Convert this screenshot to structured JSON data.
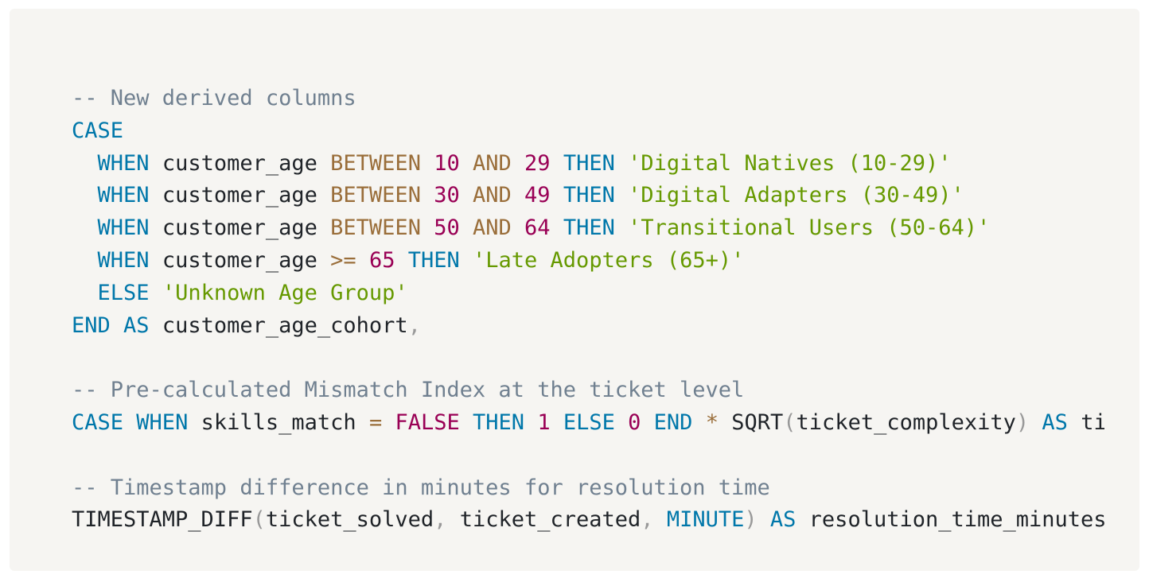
{
  "code": {
    "language": "sql",
    "lines": [
      [
        {
          "t": "comment",
          "v": "-- New derived columns"
        }
      ],
      [
        {
          "t": "keyword",
          "v": "CASE"
        }
      ],
      [
        {
          "t": "space",
          "v": "  "
        },
        {
          "t": "keyword",
          "v": "WHEN"
        },
        {
          "t": "space",
          "v": " "
        },
        {
          "t": "ident",
          "v": "customer_age"
        },
        {
          "t": "space",
          "v": " "
        },
        {
          "t": "operator",
          "v": "BETWEEN"
        },
        {
          "t": "space",
          "v": " "
        },
        {
          "t": "number",
          "v": "10"
        },
        {
          "t": "space",
          "v": " "
        },
        {
          "t": "operator",
          "v": "AND"
        },
        {
          "t": "space",
          "v": " "
        },
        {
          "t": "number",
          "v": "29"
        },
        {
          "t": "space",
          "v": " "
        },
        {
          "t": "keyword",
          "v": "THEN"
        },
        {
          "t": "space",
          "v": " "
        },
        {
          "t": "string",
          "v": "'Digital Natives (10-29)'"
        }
      ],
      [
        {
          "t": "space",
          "v": "  "
        },
        {
          "t": "keyword",
          "v": "WHEN"
        },
        {
          "t": "space",
          "v": " "
        },
        {
          "t": "ident",
          "v": "customer_age"
        },
        {
          "t": "space",
          "v": " "
        },
        {
          "t": "operator",
          "v": "BETWEEN"
        },
        {
          "t": "space",
          "v": " "
        },
        {
          "t": "number",
          "v": "30"
        },
        {
          "t": "space",
          "v": " "
        },
        {
          "t": "operator",
          "v": "AND"
        },
        {
          "t": "space",
          "v": " "
        },
        {
          "t": "number",
          "v": "49"
        },
        {
          "t": "space",
          "v": " "
        },
        {
          "t": "keyword",
          "v": "THEN"
        },
        {
          "t": "space",
          "v": " "
        },
        {
          "t": "string",
          "v": "'Digital Adapters (30-49)'"
        }
      ],
      [
        {
          "t": "space",
          "v": "  "
        },
        {
          "t": "keyword",
          "v": "WHEN"
        },
        {
          "t": "space",
          "v": " "
        },
        {
          "t": "ident",
          "v": "customer_age"
        },
        {
          "t": "space",
          "v": " "
        },
        {
          "t": "operator",
          "v": "BETWEEN"
        },
        {
          "t": "space",
          "v": " "
        },
        {
          "t": "number",
          "v": "50"
        },
        {
          "t": "space",
          "v": " "
        },
        {
          "t": "operator",
          "v": "AND"
        },
        {
          "t": "space",
          "v": " "
        },
        {
          "t": "number",
          "v": "64"
        },
        {
          "t": "space",
          "v": " "
        },
        {
          "t": "keyword",
          "v": "THEN"
        },
        {
          "t": "space",
          "v": " "
        },
        {
          "t": "string",
          "v": "'Transitional Users (50-64)'"
        }
      ],
      [
        {
          "t": "space",
          "v": "  "
        },
        {
          "t": "keyword",
          "v": "WHEN"
        },
        {
          "t": "space",
          "v": " "
        },
        {
          "t": "ident",
          "v": "customer_age"
        },
        {
          "t": "space",
          "v": " "
        },
        {
          "t": "operator",
          "v": ">="
        },
        {
          "t": "space",
          "v": " "
        },
        {
          "t": "number",
          "v": "65"
        },
        {
          "t": "space",
          "v": " "
        },
        {
          "t": "keyword",
          "v": "THEN"
        },
        {
          "t": "space",
          "v": " "
        },
        {
          "t": "string",
          "v": "'Late Adopters (65+)'"
        }
      ],
      [
        {
          "t": "space",
          "v": "  "
        },
        {
          "t": "keyword",
          "v": "ELSE"
        },
        {
          "t": "space",
          "v": " "
        },
        {
          "t": "string",
          "v": "'Unknown Age Group'"
        }
      ],
      [
        {
          "t": "keyword",
          "v": "END"
        },
        {
          "t": "space",
          "v": " "
        },
        {
          "t": "keyword",
          "v": "AS"
        },
        {
          "t": "space",
          "v": " "
        },
        {
          "t": "ident",
          "v": "customer_age_cohort"
        },
        {
          "t": "punct",
          "v": ","
        }
      ],
      [],
      [
        {
          "t": "comment",
          "v": "-- Pre-calculated Mismatch Index at the ticket level"
        }
      ],
      [
        {
          "t": "keyword",
          "v": "CASE"
        },
        {
          "t": "space",
          "v": " "
        },
        {
          "t": "keyword",
          "v": "WHEN"
        },
        {
          "t": "space",
          "v": " "
        },
        {
          "t": "ident",
          "v": "skills_match"
        },
        {
          "t": "space",
          "v": " "
        },
        {
          "t": "operator",
          "v": "="
        },
        {
          "t": "space",
          "v": " "
        },
        {
          "t": "boolean",
          "v": "FALSE"
        },
        {
          "t": "space",
          "v": " "
        },
        {
          "t": "keyword",
          "v": "THEN"
        },
        {
          "t": "space",
          "v": " "
        },
        {
          "t": "number",
          "v": "1"
        },
        {
          "t": "space",
          "v": " "
        },
        {
          "t": "keyword",
          "v": "ELSE"
        },
        {
          "t": "space",
          "v": " "
        },
        {
          "t": "number",
          "v": "0"
        },
        {
          "t": "space",
          "v": " "
        },
        {
          "t": "keyword",
          "v": "END"
        },
        {
          "t": "space",
          "v": " "
        },
        {
          "t": "operator",
          "v": "*"
        },
        {
          "t": "space",
          "v": " "
        },
        {
          "t": "function",
          "v": "SQRT"
        },
        {
          "t": "punct",
          "v": "("
        },
        {
          "t": "ident",
          "v": "ticket_complexity"
        },
        {
          "t": "punct",
          "v": ")"
        },
        {
          "t": "space",
          "v": " "
        },
        {
          "t": "keyword",
          "v": "AS"
        },
        {
          "t": "space",
          "v": " "
        },
        {
          "t": "ident",
          "v": "ti"
        }
      ],
      [],
      [
        {
          "t": "comment",
          "v": "-- Timestamp difference in minutes for resolution time"
        }
      ],
      [
        {
          "t": "function",
          "v": "TIMESTAMP_DIFF"
        },
        {
          "t": "punct",
          "v": "("
        },
        {
          "t": "ident",
          "v": "ticket_solved"
        },
        {
          "t": "punct",
          "v": ","
        },
        {
          "t": "space",
          "v": " "
        },
        {
          "t": "ident",
          "v": "ticket_created"
        },
        {
          "t": "punct",
          "v": ","
        },
        {
          "t": "space",
          "v": " "
        },
        {
          "t": "keyword",
          "v": "MINUTE"
        },
        {
          "t": "punct",
          "v": ")"
        },
        {
          "t": "space",
          "v": " "
        },
        {
          "t": "keyword",
          "v": "AS"
        },
        {
          "t": "space",
          "v": " "
        },
        {
          "t": "ident",
          "v": "resolution_time_minutes"
        }
      ]
    ]
  },
  "colors": {
    "background": "#f6f5f2",
    "comment": "#708090",
    "keyword": "#0077aa",
    "operator": "#9a6e3a",
    "number": "#990055",
    "string": "#669900",
    "punctuation": "#999999",
    "text": "#1f2328"
  }
}
